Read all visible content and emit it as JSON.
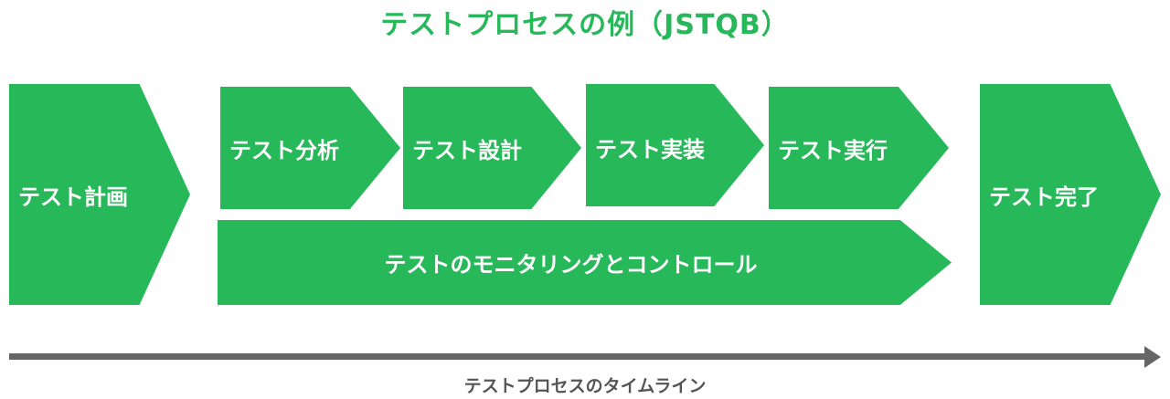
{
  "title": "テストプロセスの例（JSTQB）",
  "colors": {
    "accent": "#27b85a",
    "timeline": "#666666",
    "text_on_shape": "#ffffff"
  },
  "stages": {
    "planning": "テスト計画",
    "analysis": "テスト分析",
    "design": "テスト設計",
    "implementation": "テスト実装",
    "execution": "テスト実行",
    "monitoring": "テストのモニタリングとコントロール",
    "completion": "テスト完了"
  },
  "timeline": {
    "label": "テストプロセスのタイムライン",
    "icon": "arrow-right-icon"
  }
}
